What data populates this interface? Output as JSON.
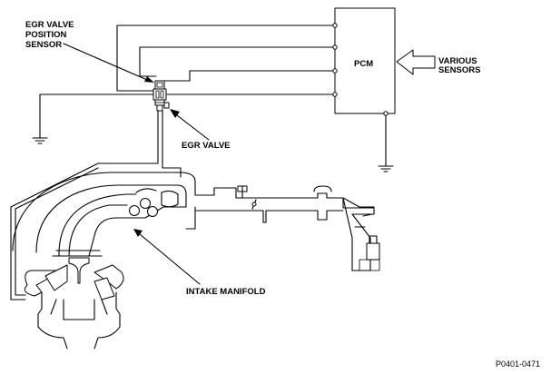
{
  "labels": {
    "egr_sensor_line1": "EGR VALVE",
    "egr_sensor_line2": "POSITION",
    "egr_sensor_line3": "SENSOR",
    "pcm": "PCM",
    "various_line1": "VARIOUS",
    "various_line2": "SENSORS",
    "egr_valve": "EGR VALVE",
    "intake_manifold": "INTAKE MANIFOLD",
    "figure_id": "P0401-0471"
  }
}
